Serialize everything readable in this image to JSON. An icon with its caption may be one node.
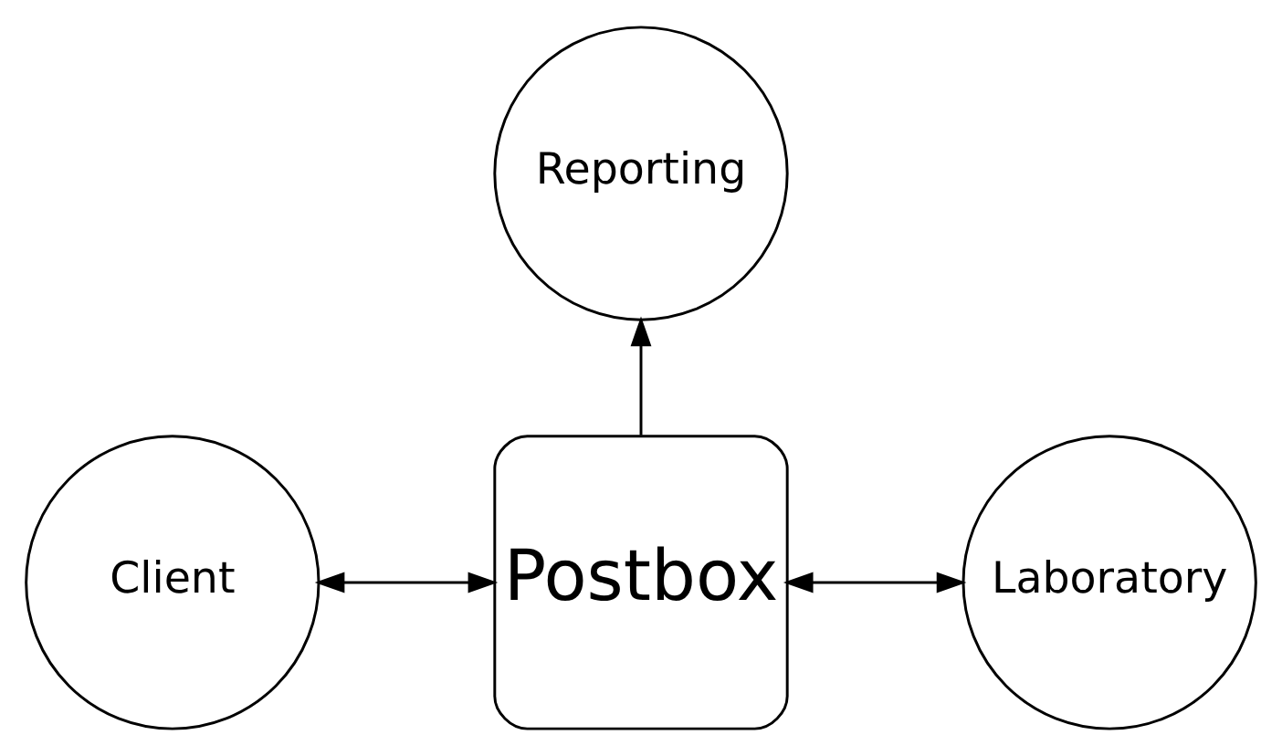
{
  "diagram": {
    "nodes": [
      {
        "text": [
          "Reporting"
        ]
      },
      {
        "text": [
          "Client"
        ]
      },
      {
        "text": [
          "Postbox"
        ]
      },
      {
        "text": [
          "Laboratory"
        ]
      }
    ],
    "edges": [
      {
        "from": 2,
        "to": 0,
        "arrow": "to"
      },
      {
        "from": 1,
        "to": 2,
        "arrow": "both"
      },
      {
        "from": 2,
        "to": 3,
        "arrow": "both"
      }
    ]
  }
}
